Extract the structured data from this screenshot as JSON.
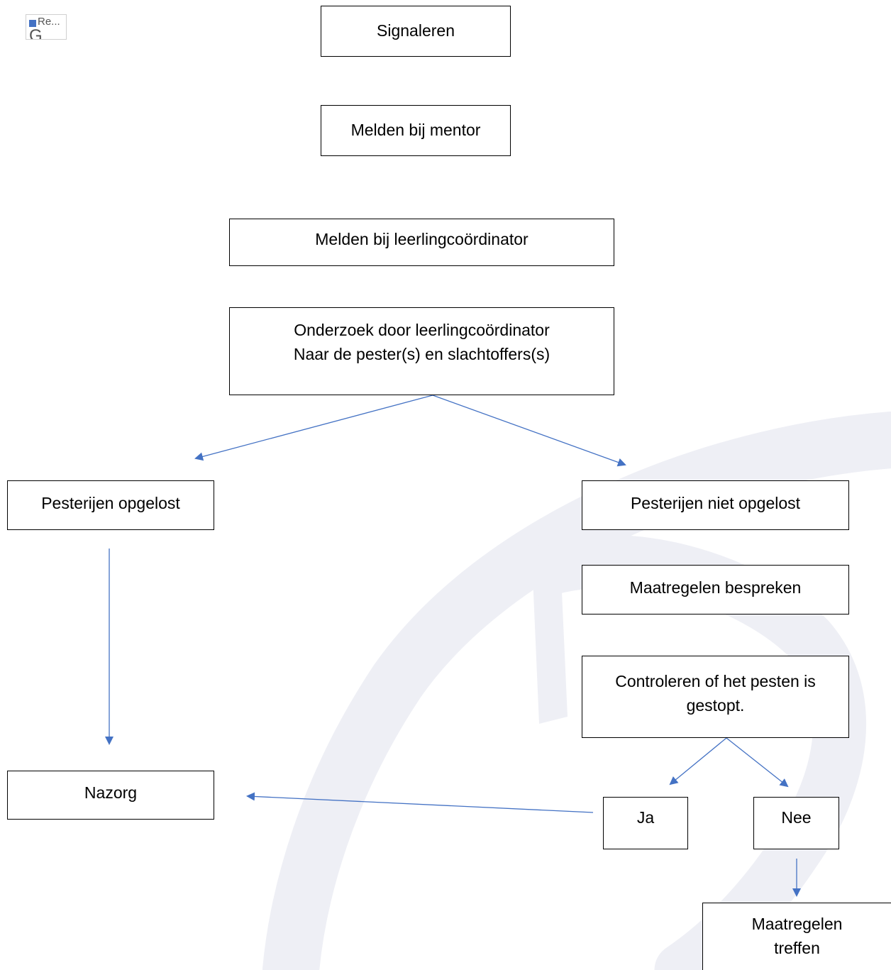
{
  "colors": {
    "connector": "#4472c4",
    "box_border": "#000000",
    "watermark": "#eeeff5",
    "placeholder_square": "#4472c4"
  },
  "placeholder": {
    "text": "Re...",
    "glyph": "G",
    "icon": "image-placeholder-icon"
  },
  "boxes": {
    "signaleren": {
      "lines": [
        "Signaleren"
      ]
    },
    "melden_mentor": {
      "lines": [
        "Melden bij mentor"
      ]
    },
    "melden_coordinator": {
      "lines": [
        "Melden bij leerlingcoördinator"
      ]
    },
    "onderzoek": {
      "lines": [
        "Onderzoek door leerlingcoördinator",
        "Naar de pester(s) en slachtoffers(s)"
      ]
    },
    "opgelost": {
      "lines": [
        "Pesterijen opgelost"
      ]
    },
    "niet_opgelost": {
      "lines": [
        "Pesterijen niet opgelost"
      ]
    },
    "maatregelen_bespreken": {
      "lines": [
        "Maatregelen bespreken"
      ]
    },
    "controleren": {
      "lines": [
        "Controleren of het pesten is",
        "gestopt."
      ]
    },
    "nazorg": {
      "lines": [
        "Nazorg"
      ]
    },
    "ja": {
      "lines": [
        "Ja"
      ]
    },
    "nee": {
      "lines": [
        "Nee"
      ]
    },
    "maatregelen_treffen": {
      "lines": [
        "Maatregelen",
        "treffen"
      ]
    }
  }
}
